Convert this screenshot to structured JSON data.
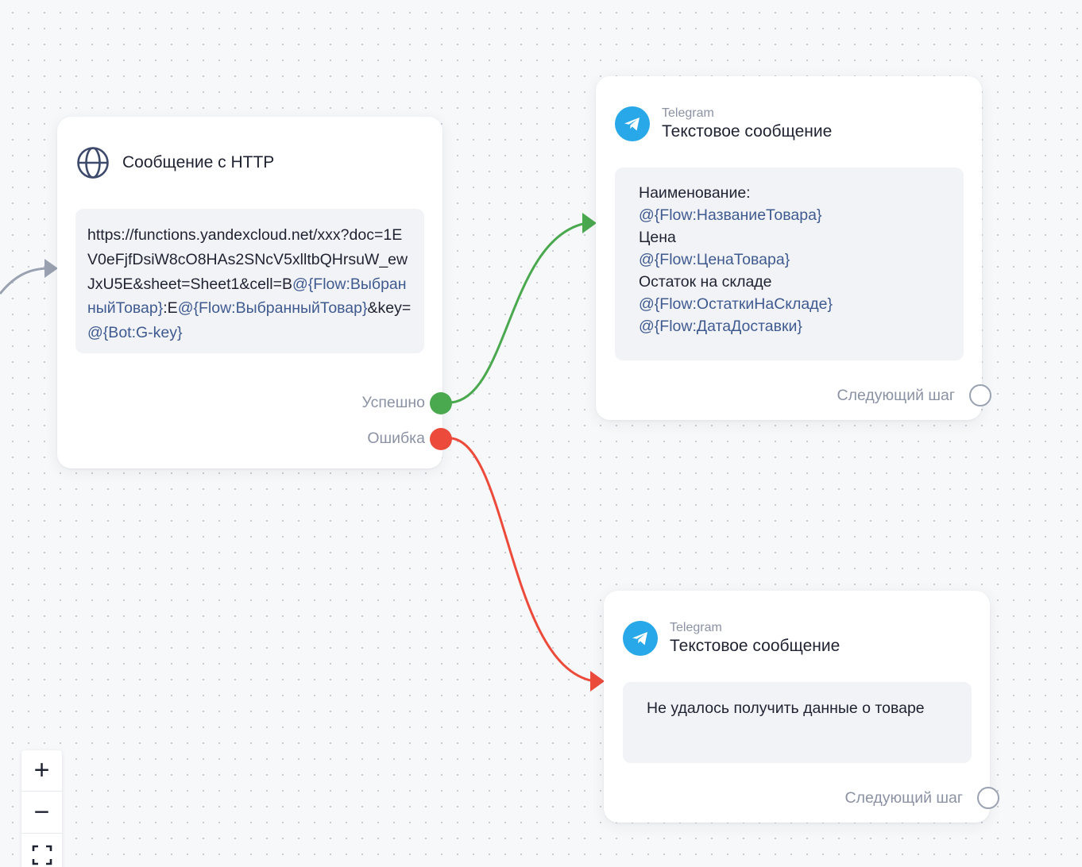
{
  "http_node": {
    "title": "Сообщение с HTTP",
    "url_parts": [
      {
        "text": "https://functions.yandexcloud.net/xxx?doc=1EV0eFjfDsiW8cO8HAs2SNcV5xlltbQHrsuW_ewJxU5E&sheet=Sheet1&cell=B",
        "var": false
      },
      {
        "text": "@{Flow:ВыбранныйТовар}",
        "var": true
      },
      {
        "text": ":E",
        "var": false
      },
      {
        "text": "@{Flow:ВыбранныйТовар}",
        "var": true
      },
      {
        "text": "&key=",
        "var": false
      },
      {
        "text": "@{Bot:G-key}",
        "var": true
      }
    ],
    "success_label": "Успешно",
    "error_label": "Ошибка"
  },
  "tg_node_1": {
    "service": "Telegram",
    "title": "Текстовое сообщение",
    "lines": [
      {
        "text": "Наименование:",
        "var": false
      },
      {
        "text": "@{Flow:НазваниеТовара}",
        "var": true
      },
      {
        "text": "Цена",
        "var": false
      },
      {
        "text": "@{Flow:ЦенаТовара}",
        "var": true
      },
      {
        "text": "Остаток на складе",
        "var": false
      },
      {
        "text": "@{Flow:ОстаткиНаСкладе}",
        "var": true
      },
      {
        "text": "@{Flow:ДатаДоставки}",
        "var": true
      }
    ],
    "next_label": "Следующий шаг"
  },
  "tg_node_2": {
    "service": "Telegram",
    "title": "Текстовое сообщение",
    "message": "Не удалось получить данные о товаре",
    "next_label": "Следующий шаг"
  },
  "zoom": {
    "in_label": "+",
    "out_label": "−"
  },
  "colors": {
    "success": "#4aa84f",
    "error": "#ec4b3b",
    "incoming": "#9aa2b1",
    "variable": "#3f5a8f",
    "telegram": "#28a8e9"
  },
  "icons": {
    "http": "globe-icon",
    "telegram": "telegram-icon",
    "fit": "fit-view-icon"
  }
}
